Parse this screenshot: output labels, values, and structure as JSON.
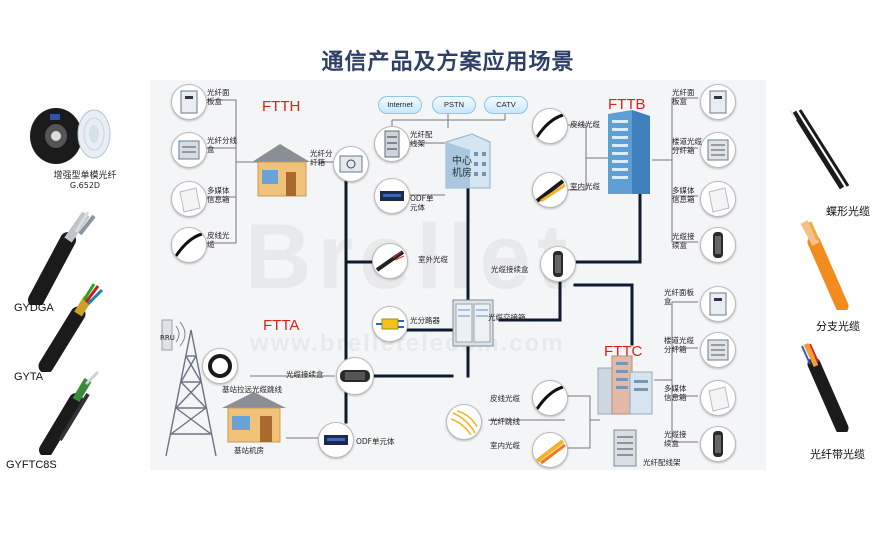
{
  "title": "通信产品及方案应用场景",
  "watermark": {
    "brand": "Brellet",
    "url": "www.brelletelecom.com"
  },
  "left_products": [
    {
      "name": "增强型单模光纤",
      "sub": "G.652D"
    },
    {
      "name": "GYDGA"
    },
    {
      "name": "GYTA"
    },
    {
      "name": "GYFTC8S"
    }
  ],
  "right_products": [
    {
      "name": "蝶形光缆"
    },
    {
      "name": "分支光缆"
    },
    {
      "name": "光纤带光缆"
    }
  ],
  "sections": {
    "ftth": "FTTH",
    "ftta": "FTTA",
    "fttb": "FTTB",
    "fttc": "FTTC"
  },
  "clouds": [
    "Internet",
    "PSTN",
    "CATV"
  ],
  "central_office": "中心\n机房",
  "rru": "RRU",
  "labels": {
    "ftth_panel": "光纤面\n板盒",
    "ftth_splitter": "光纤分线\n盒",
    "ftth_media": "多媒体\n信息箱",
    "ftth_drop": "皮线光\n缆",
    "ftth_split_box": "光纤分\n纤箱",
    "odf_frame": "光纤配\n线架",
    "odf_unit": "ODF单\n元体",
    "outdoor_cable": "室外光缆",
    "splitter": "光分路器",
    "cross_box": "光缆交接箱",
    "closure_center": "光缆接续盒",
    "closure_ftta": "光缆接续盒",
    "jumper_base": "基站拉远光缆跳线",
    "base_room": "基站机房",
    "odf_unit_ftta": "ODF单元体",
    "fttb_drop": "皮线光缆",
    "fttb_indoor": "室内光缆",
    "fttb_panel": "光纤面\n板盒",
    "fttb_floor": "楼道光缆\n分纤箱",
    "fttb_media": "多媒体\n信息箱",
    "fttb_closure": "光缆接\n续盒",
    "fttc_panel": "光纤面板\n盒",
    "fttc_floor": "楼道光缆\n分纤箱",
    "fttc_media": "多媒体\n信息箱",
    "fttc_closure": "光缆接\n续盒",
    "fttc_drop": "皮线光缆",
    "fttc_jumper": "光纤跳线",
    "fttc_indoor": "室内光缆",
    "fttc_frame": "光纤配线架"
  },
  "colors": {
    "title": "#2f3f66",
    "section": "#e02018",
    "trunk": "#0e1a2e",
    "branch": "#777777"
  }
}
